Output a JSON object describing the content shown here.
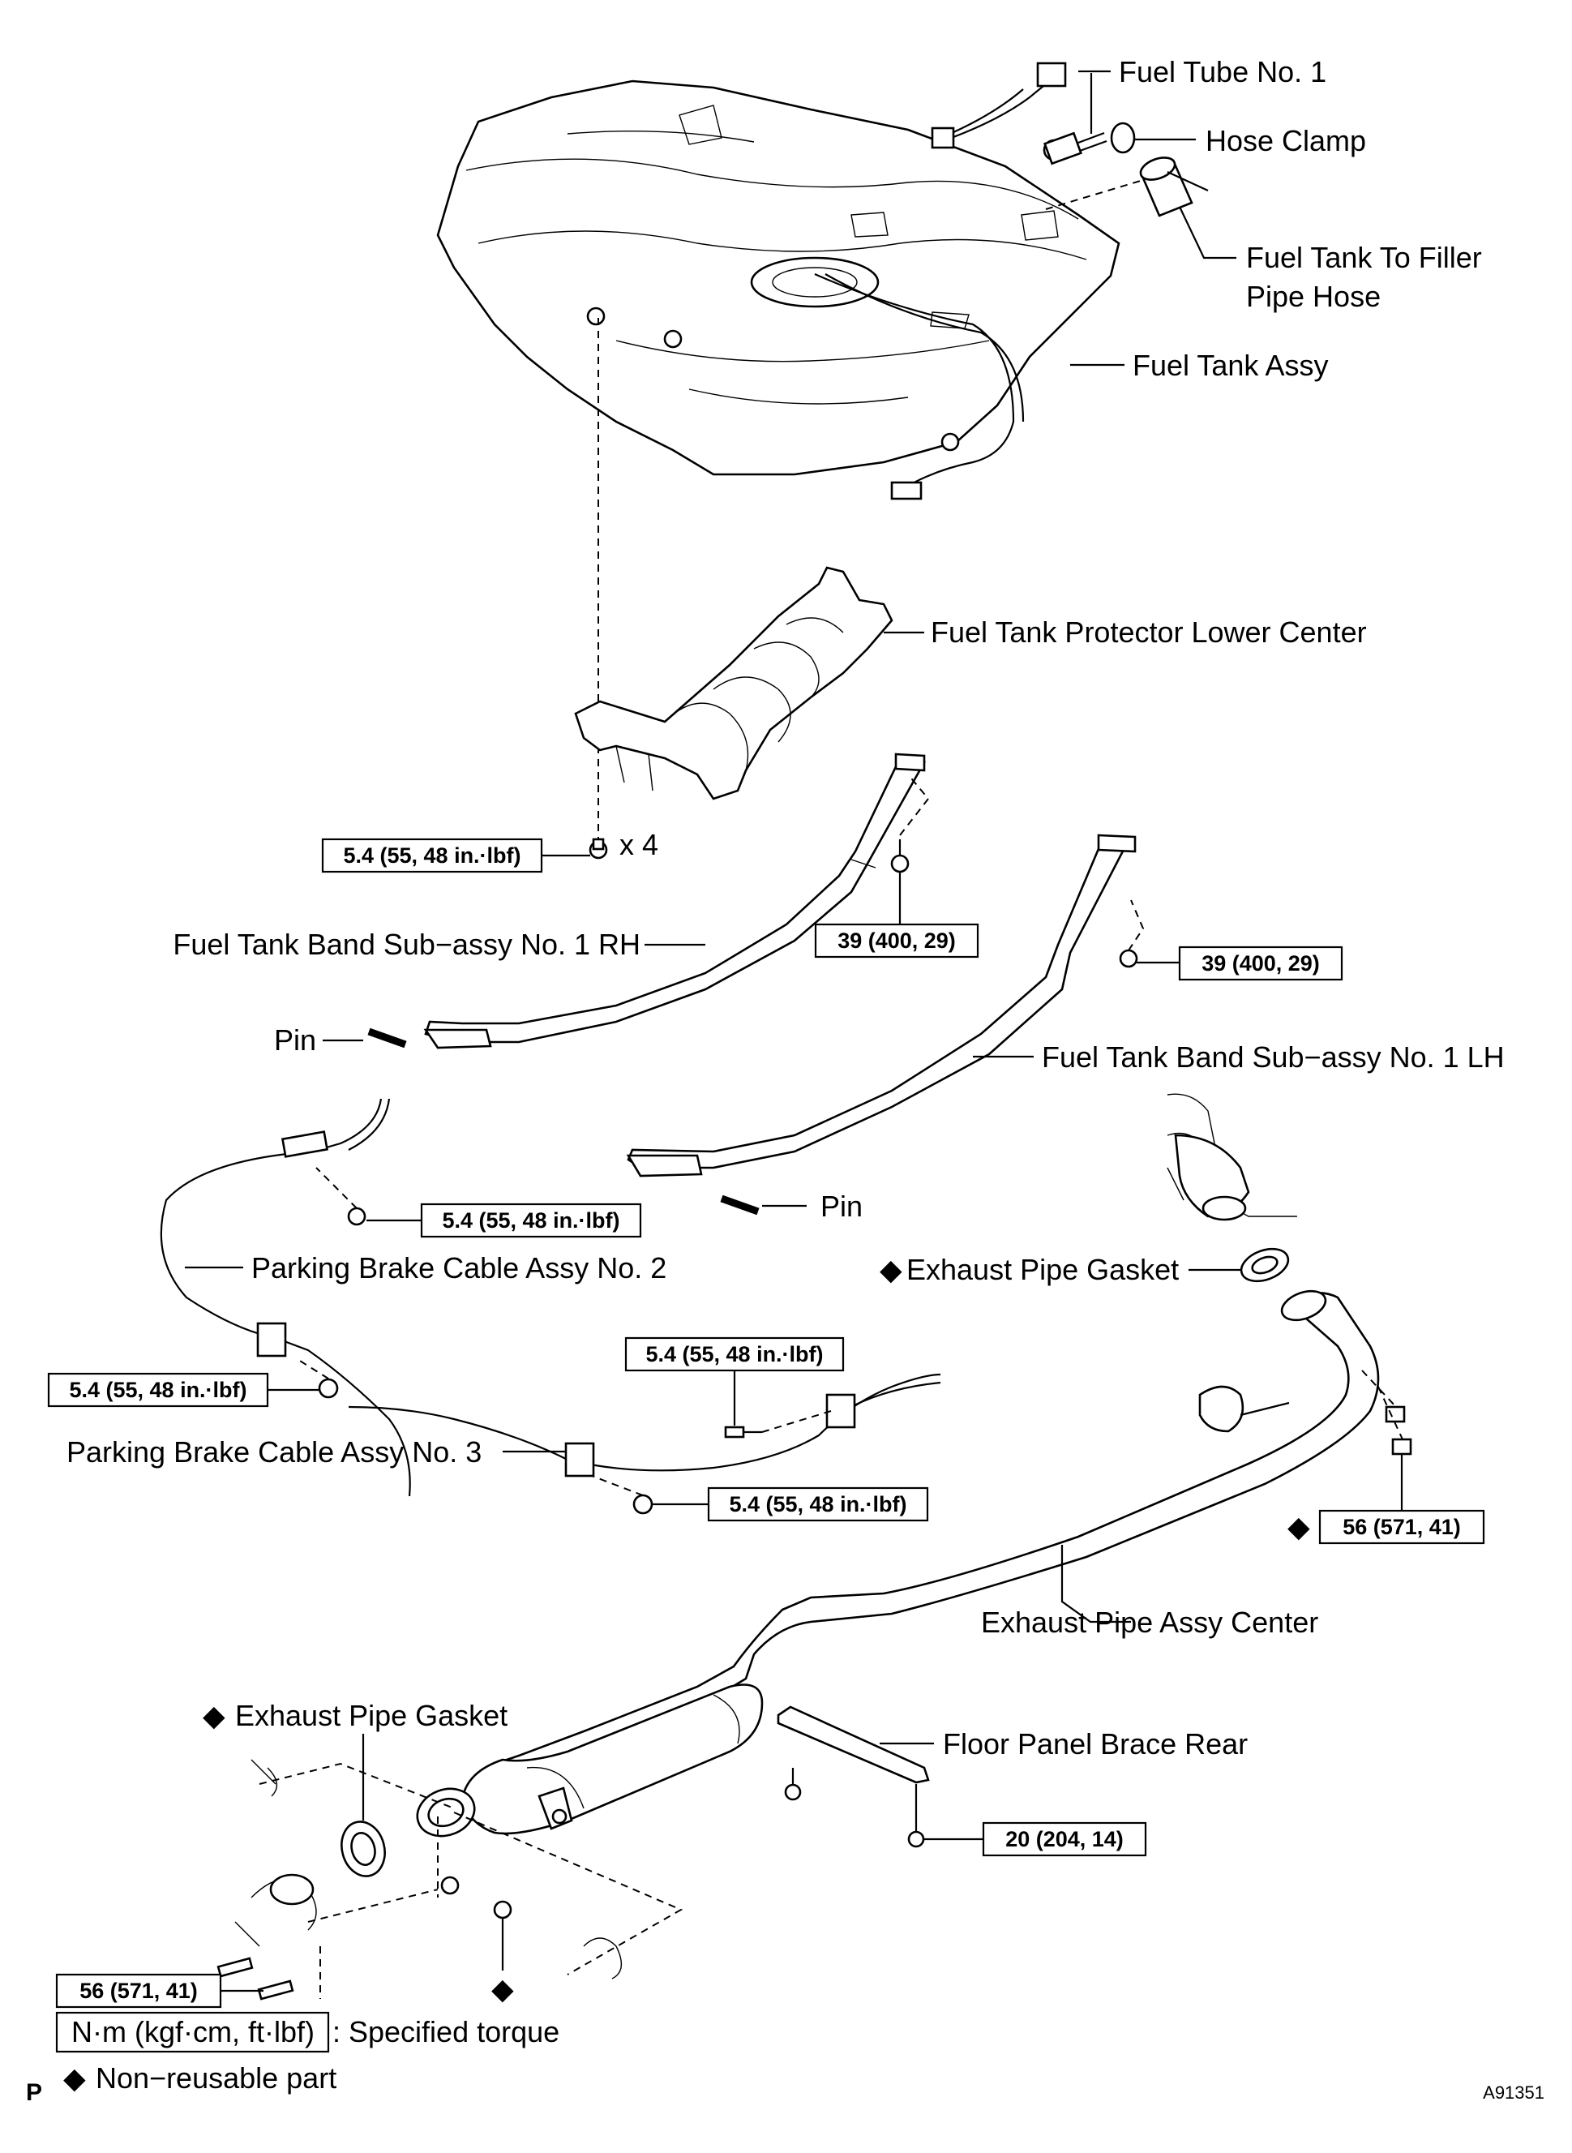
{
  "labels": {
    "fuel_tube_no1": "Fuel Tube No. 1",
    "hose_clamp": "Hose Clamp",
    "filler_hose_line1": "Fuel Tank To Filler",
    "filler_hose_line2": "Pipe Hose",
    "fuel_tank_assy": "Fuel Tank Assy",
    "protector_lower_center": "Fuel Tank Protector Lower Center",
    "band_rh": "Fuel Tank Band Sub−assy No. 1 RH",
    "band_lh": "Fuel Tank Band Sub−assy No. 1 LH",
    "pin_left": "Pin",
    "pin_right": "Pin",
    "parking_cable_no2": "Parking Brake Cable Assy No. 2",
    "parking_cable_no3": "Parking Brake Cable Assy No. 3",
    "exhaust_gasket_front": "Exhaust Pipe Gasket",
    "exhaust_gasket_rear": "Exhaust Pipe Gasket",
    "exhaust_center": "Exhaust Pipe Assy Center",
    "floor_brace_rear": "Floor Panel Brace Rear",
    "bolt_qty": "x 4"
  },
  "torques": {
    "tank_bolts": "5.4 (55, 48 in.·lbf)",
    "band_rh": "39 (400, 29)",
    "band_lh": "39 (400, 29)",
    "cable_no2_bolt": "5.4 (55, 48 in.·lbf)",
    "cable_nut_left": "5.4 (55, 48 in.·lbf)",
    "cable_bolt_mid": "5.4 (55, 48 in.·lbf)",
    "cable_nut_low": "5.4 (55, 48 in.·lbf)",
    "exhaust_front_nuts": "56 (571, 41)",
    "floor_brace": "20 (204, 14)",
    "exhaust_rear_bolts": "56 (571, 41)"
  },
  "symbols": {
    "non_reusable": "◆"
  },
  "legend": {
    "torque_unit": "N·m (kgf·cm, ft·lbf)",
    "torque_desc": ": Specified torque",
    "non_reusable_desc": "Non−reusable part"
  },
  "footer": {
    "corner_mark": "P",
    "figure_code": "A91351"
  },
  "colors": {
    "ink": "#000000",
    "paper": "#ffffff"
  }
}
